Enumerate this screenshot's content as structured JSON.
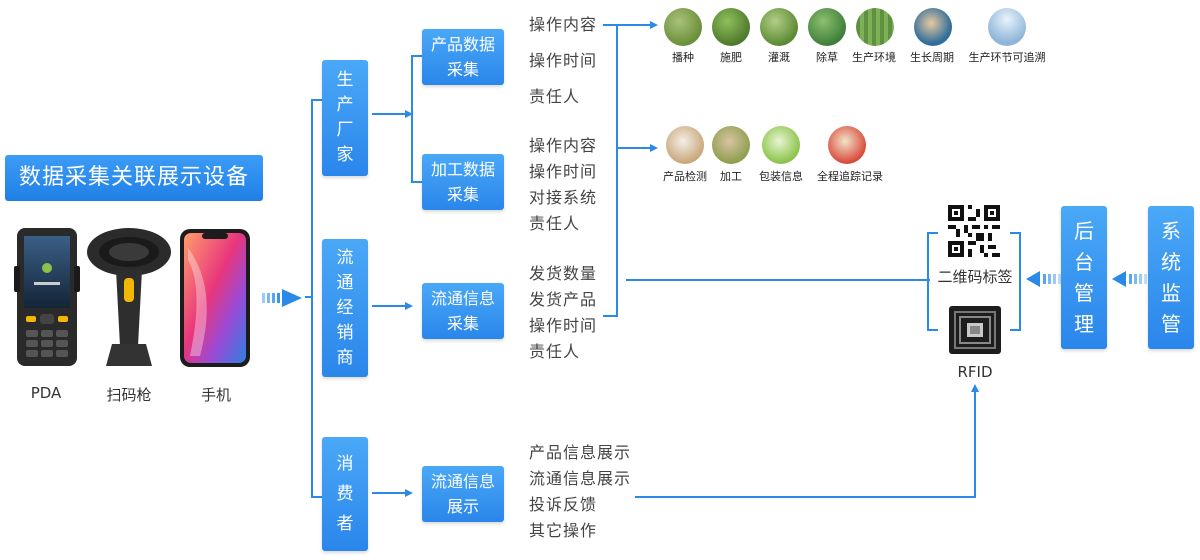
{
  "title": "数据采集关联展示设备",
  "devices": [
    {
      "icon": "pda-device",
      "label": "PDA"
    },
    {
      "icon": "barcode-scanner",
      "label": "扫码枪"
    },
    {
      "icon": "mobile-phone",
      "label": "手机"
    }
  ],
  "roles": [
    {
      "label": "生产厂家"
    },
    {
      "label": "流通经销商"
    },
    {
      "label": "消费者"
    }
  ],
  "stages": [
    {
      "label": "产品数据采集",
      "items": [
        "操作内容",
        "操作时间",
        "责任人"
      ]
    },
    {
      "label": "加工数据采集",
      "items": [
        "操作内容",
        "操作时间",
        "对接系统",
        "责任人"
      ]
    },
    {
      "label": "流通信息采集",
      "items": [
        "发货数量",
        "发货产品",
        "操作时间",
        "责任人"
      ]
    },
    {
      "label": "流通信息展示",
      "items": [
        "产品信息展示",
        "流通信息展示",
        "投诉反馈",
        "其它操作"
      ]
    }
  ],
  "production_icons": [
    {
      "label": "播种",
      "icon": "sowing-icon",
      "color": "#6a8f3a"
    },
    {
      "label": "施肥",
      "icon": "fertilize-icon",
      "color": "#4f7a2d"
    },
    {
      "label": "灌溉",
      "icon": "irrigate-icon",
      "color": "#5c8a34"
    },
    {
      "label": "除草",
      "icon": "weeding-icon",
      "color": "#3f7f3a"
    },
    {
      "label": "生产环境",
      "icon": "environment-icon",
      "color": "#5d9140"
    },
    {
      "label": "生长周期",
      "icon": "growth-cycle-icon",
      "color": "#2f6e9a"
    },
    {
      "label": "生产环节可追溯",
      "icon": "traceable-icon",
      "color": "#8fb6d8"
    }
  ],
  "processing_icons": [
    {
      "label": "产品检测",
      "icon": "inspection-icon",
      "color": "#c9a77b"
    },
    {
      "label": "加工",
      "icon": "processing-icon",
      "color": "#8e9f4f"
    },
    {
      "label": "包装信息",
      "icon": "packaging-icon",
      "color": "#8bc34a"
    },
    {
      "label": "全程追踪记录",
      "icon": "tracking-record-icon",
      "color": "#d84a3a"
    }
  ],
  "qr_label": "二维码标签",
  "rfid_label": "RFID",
  "backend": {
    "label": "后台管理"
  },
  "system": {
    "label": "系统监管"
  },
  "colors": {
    "accent": "#2b8ae8",
    "box_top": "#4aa8f7",
    "box_bottom": "#2a86ea"
  }
}
